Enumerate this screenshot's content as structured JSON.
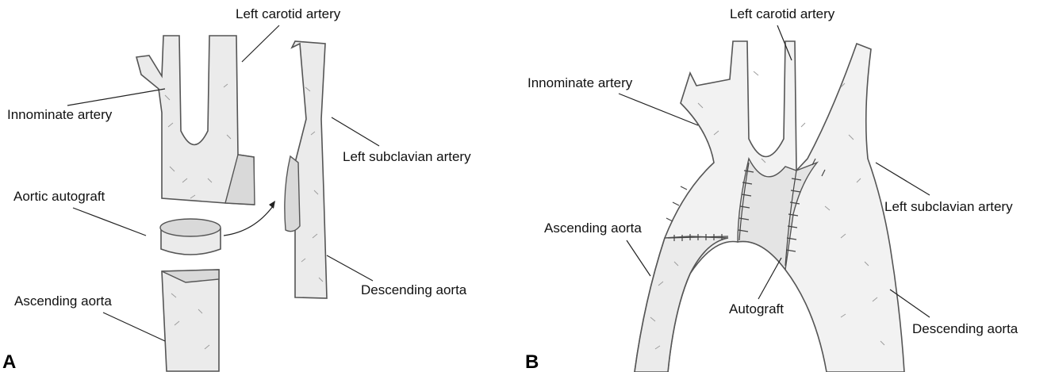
{
  "panel_a": {
    "letter": "A",
    "labels": {
      "left_carotid": "Left carotid artery",
      "innominate": "Innominate artery",
      "left_subclavian": "Left subclavian artery",
      "aortic_autograft": "Aortic autograft",
      "ascending_aorta": "Ascending aorta",
      "descending_aorta": "Descending aorta"
    }
  },
  "panel_b": {
    "letter": "B",
    "labels": {
      "left_carotid": "Left carotid artery",
      "innominate": "Innominate artery",
      "left_subclavian": "Left subclavian artery",
      "ascending_aorta": "Ascending aorta",
      "autograft": "Autograft",
      "descending_aorta": "Descending aorta"
    }
  },
  "colors": {
    "vessel_fill": "#ebebeb",
    "outline": "#555555",
    "text": "#111111"
  }
}
